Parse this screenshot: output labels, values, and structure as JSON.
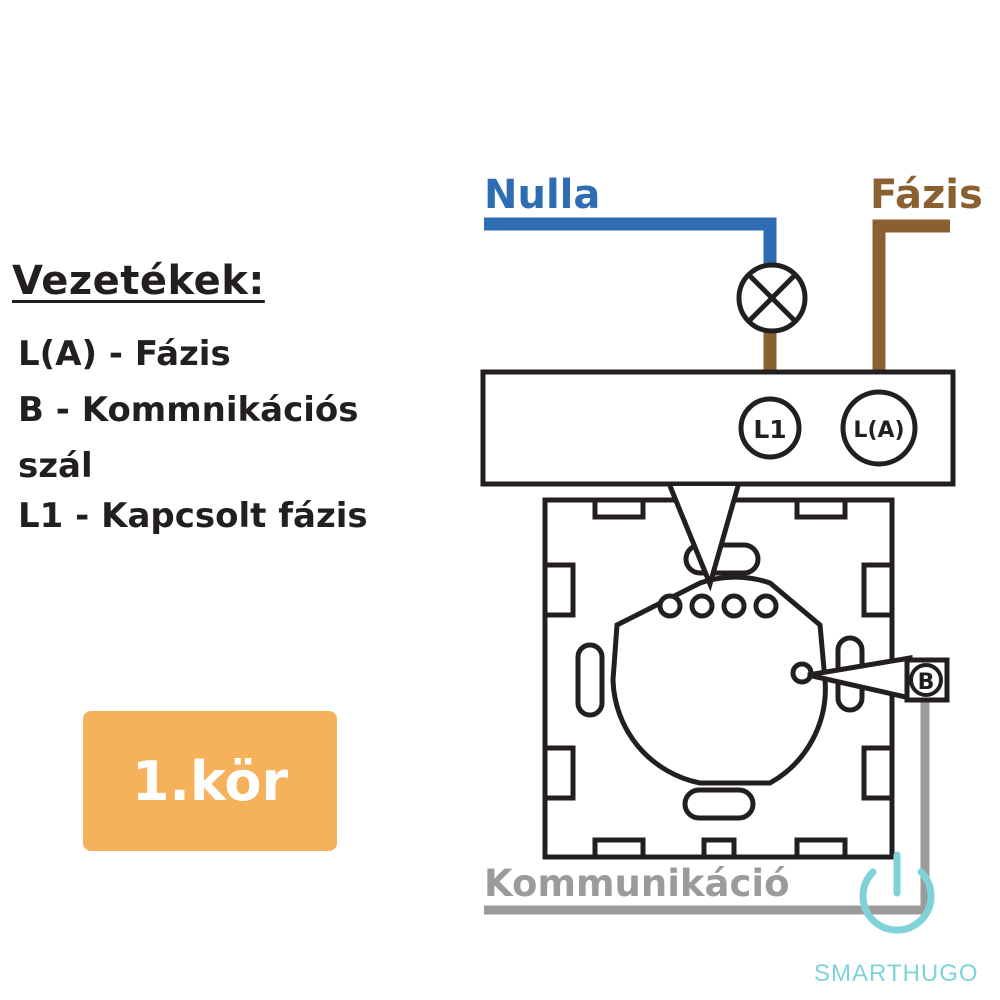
{
  "legend": {
    "title": "Vezetékek:",
    "items": [
      "L(A) - Fázis",
      "B - Kommnikációs",
      "szál",
      "L1 - Kapcsolt fázis"
    ]
  },
  "badge": {
    "text": "1.kör"
  },
  "wires": {
    "neutral_label": "Nulla",
    "phase_label": "Fázis",
    "comm_label": "Kommunikáció"
  },
  "terminals": {
    "l1": "L1",
    "la": "L(A)",
    "b": "B"
  },
  "brand": {
    "part1": "SMART",
    "part2": "HUGO"
  },
  "colors": {
    "neutral": "#2e6db4",
    "phase": "#8b6030",
    "comm": "#9b9b9b",
    "badge": "#f5b25a",
    "outline": "#231f20",
    "brand": "#7fd3d8"
  }
}
